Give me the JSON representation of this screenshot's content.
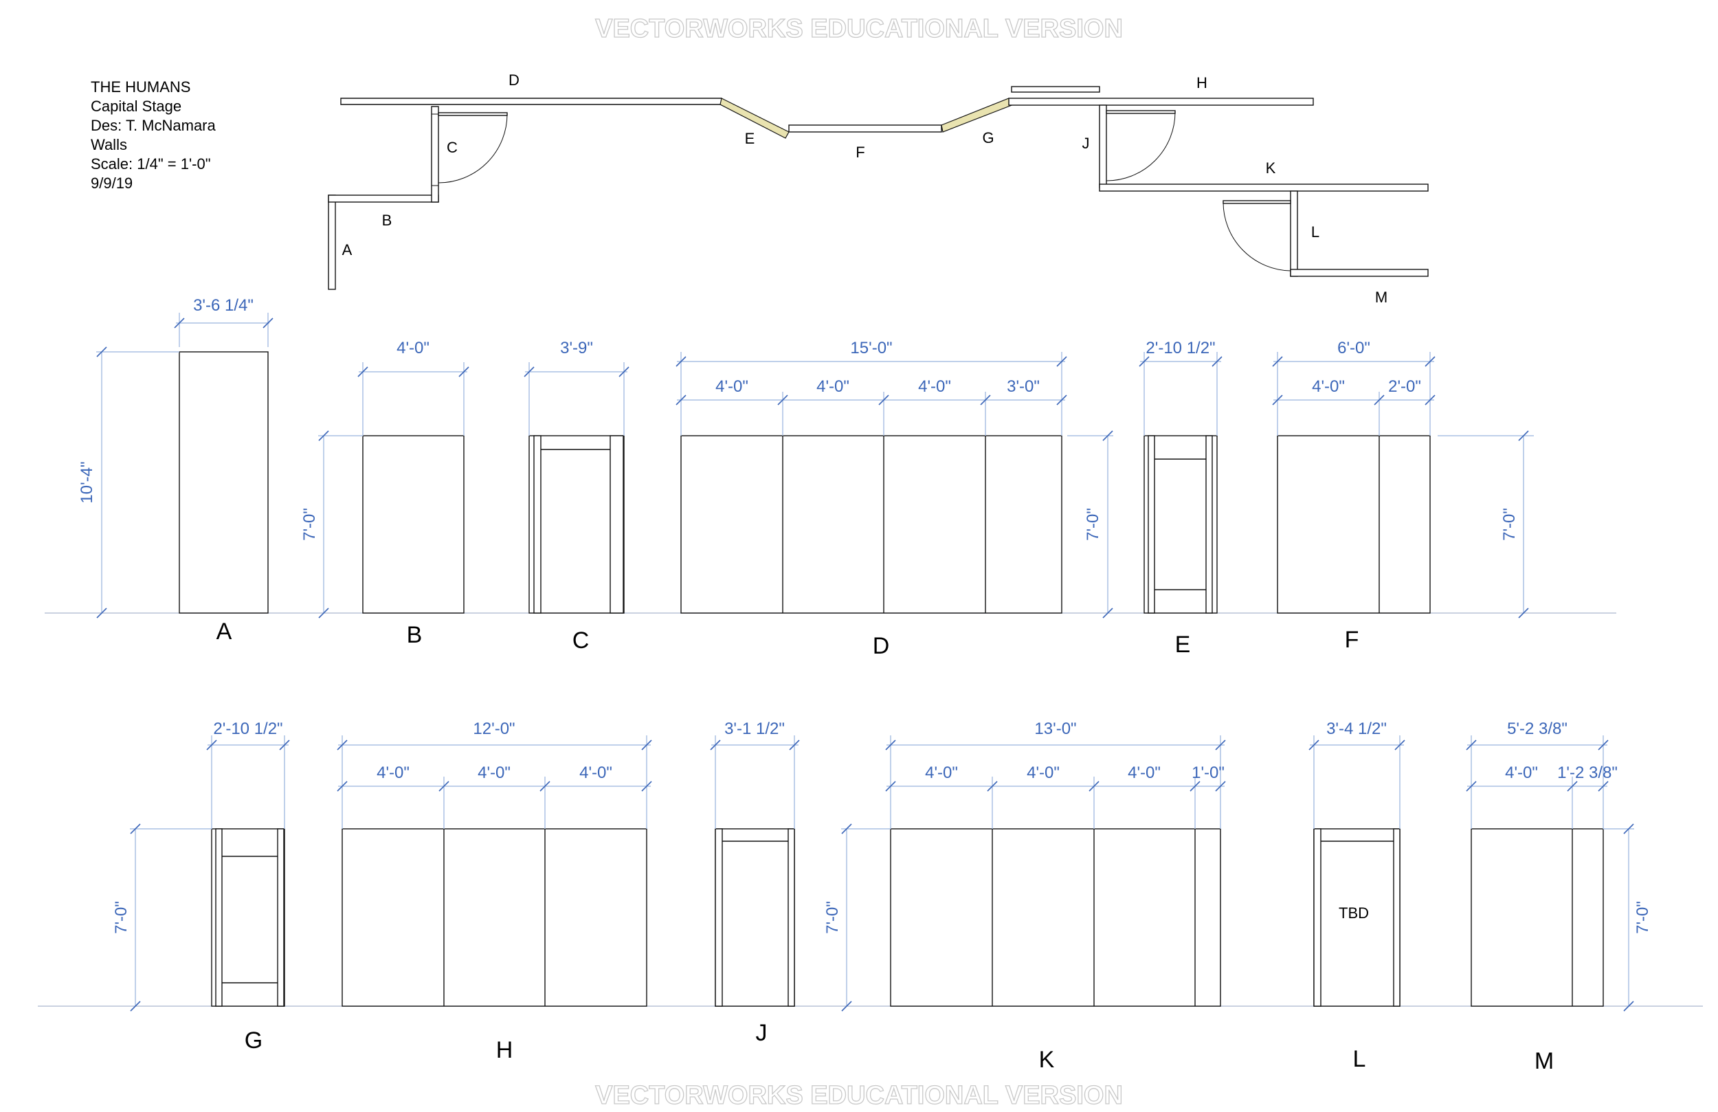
{
  "watermark": "VECTORWORKS EDUCATIONAL VERSION",
  "title_block": {
    "title": "THE HUMANS",
    "venue": "Capital Stage",
    "designer": "Des: T. McNamara",
    "subject": "Walls",
    "scale": "Scale: 1/4\" = 1'-0\"",
    "date": "9/9/19"
  },
  "colors": {
    "dimension": "#3b66b8",
    "dimension_line": "#aac0e4",
    "line": "#111111",
    "watermark": "#c8c8c8"
  },
  "plan_labels": [
    "A",
    "B",
    "C",
    "D",
    "E",
    "F",
    "G",
    "H",
    "J",
    "K",
    "L",
    "M"
  ],
  "elevations": [
    {
      "name": "A",
      "overall": "3'-6 1/4\"",
      "height": "10'-4\""
    },
    {
      "name": "B",
      "overall": "4'-0\"",
      "height": "7'-0\""
    },
    {
      "name": "C",
      "overall": "3'-9\""
    },
    {
      "name": "D",
      "overall": "15'-0\"",
      "sections": [
        "4'-0\"",
        "4'-0\"",
        "4'-0\"",
        "3'-0\""
      ],
      "height": "7'-0\""
    },
    {
      "name": "E",
      "overall": "2'-10 1/2\""
    },
    {
      "name": "F",
      "overall": "6'-0\"",
      "sections": [
        "4'-0\"",
        "2'-0\""
      ],
      "height": "7'-0\""
    },
    {
      "name": "G",
      "overall": "2'-10 1/2\"",
      "height": "7'-0\""
    },
    {
      "name": "H",
      "overall": "12'-0\"",
      "sections": [
        "4'-0\"",
        "4'-0\"",
        "4'-0\""
      ]
    },
    {
      "name": "J",
      "overall": "3'-1 1/2\""
    },
    {
      "name": "K",
      "overall": "13'-0\"",
      "sections": [
        "4'-0\"",
        "4'-0\"",
        "4'-0\"",
        "1'-0\""
      ],
      "height": "7'-0\""
    },
    {
      "name": "L",
      "overall": "3'-4 1/2\"",
      "note": "TBD"
    },
    {
      "name": "M",
      "overall": "5'-2 3/8\"",
      "sections": [
        "4'-0\"",
        "1'-2 3/8\""
      ],
      "height": "7'-0\""
    }
  ]
}
